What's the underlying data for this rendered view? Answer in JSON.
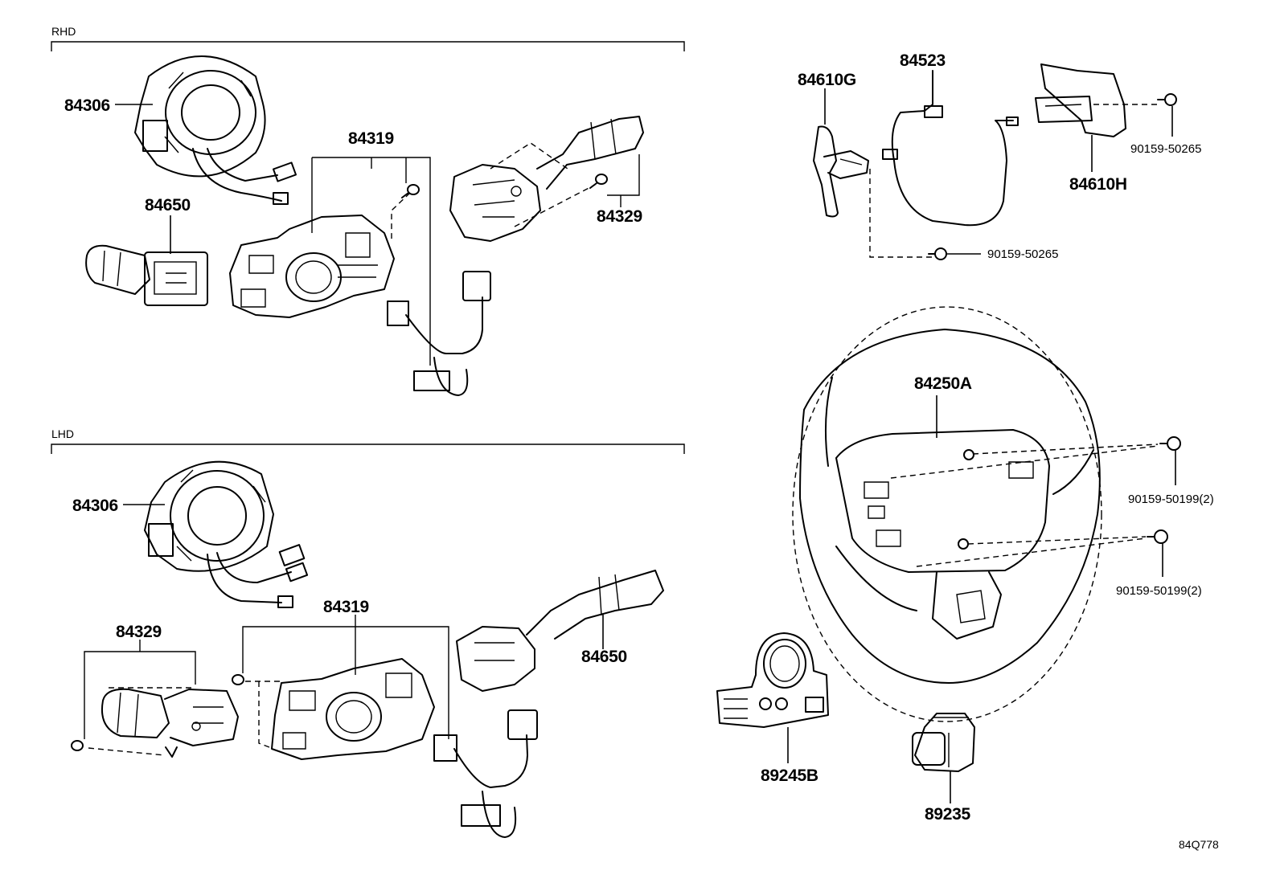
{
  "sections": {
    "rhd": "RHD",
    "lhd": "LHD"
  },
  "labels": {
    "rhd_84306": "84306",
    "rhd_84319": "84319",
    "rhd_84650": "84650",
    "rhd_84329": "84329",
    "lhd_84306": "84306",
    "lhd_84319": "84319",
    "lhd_84329": "84329",
    "lhd_84650": "84650",
    "p84610G": "84610G",
    "p84523": "84523",
    "p84610H": "84610H",
    "bolt_top_right": "90159-50265",
    "bolt_middle": "90159-50265",
    "p84250A": "84250A",
    "screw_upper": "90159-50199(2)",
    "screw_lower": "90159-50199(2)",
    "p89245B": "89245B",
    "p89235": "89235"
  },
  "diagram_code": "84Q778"
}
